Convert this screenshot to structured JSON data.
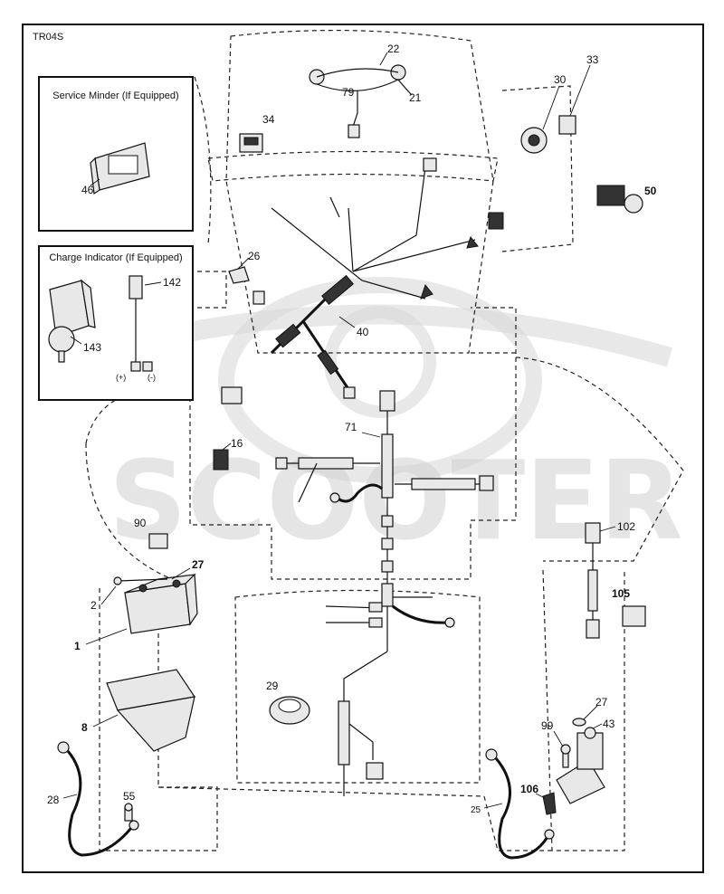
{
  "diagram_code": "TR04S",
  "watermark": "SCOOTER",
  "boxes": {
    "service_minder": "Service Minder (If Equipped)",
    "charge_indicator": "Charge Indicator (If Equipped)"
  },
  "polarity": {
    "plus": "(+)",
    "minus": "(-)"
  },
  "labels": {
    "l22": "22",
    "l79": "79",
    "l21": "21",
    "l30": "30",
    "l33": "33",
    "l34": "34",
    "l50": "50",
    "l46": "46",
    "l26": "26",
    "l142": "142",
    "l40": "40",
    "l143": "143",
    "l71": "71",
    "l16": "16",
    "l90": "90",
    "l27a": "27",
    "l2": "2",
    "l1": "1",
    "l102": "102",
    "l105": "105",
    "l29": "29",
    "l8": "8",
    "l27b": "27",
    "l99": "99",
    "l43": "43",
    "l28": "28",
    "l55": "55",
    "l106": "106",
    "l25": "25"
  }
}
